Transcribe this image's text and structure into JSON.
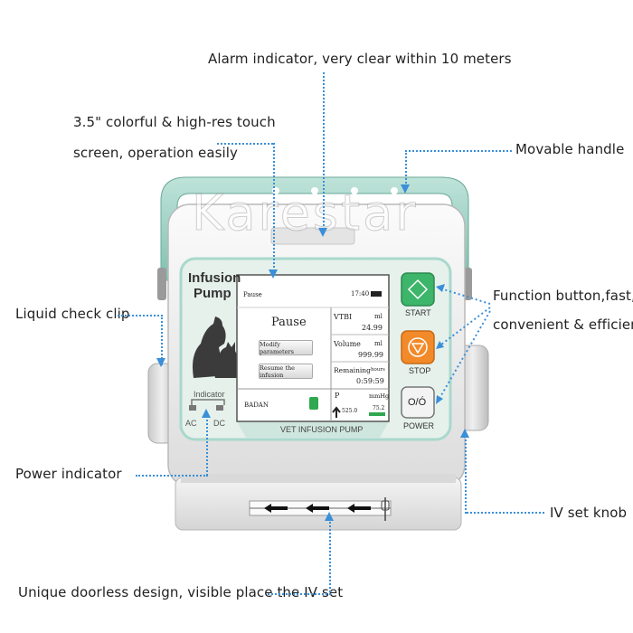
{
  "annotations": {
    "alarm": "Alarm indicator, very clear within 10 meters",
    "screen_line1": "3.5\" colorful & high-res touch",
    "screen_line2": "screen, operation easily",
    "handle": "Movable handle",
    "clip": "Liquid check clip",
    "function_line1": "Function button,fast,",
    "function_line2": "convenient & efficient",
    "power_indicator": "Power indicator",
    "knob": "IV set knob",
    "doorless": "Unique doorless design, visible place the IV set"
  },
  "brand": {
    "watermark": "Karestar"
  },
  "panel": {
    "title_line1": "Infusion",
    "title_line2": "Pump",
    "indicator_label": "Indicator",
    "ac": "AC",
    "dc": "DC",
    "footer": "VET INFUSION PUMP"
  },
  "screen": {
    "status_left": "Pause",
    "status_time": "17:40",
    "state": "Pause",
    "modify_button": "Modify parameters",
    "resume_button": "Resume the infusion",
    "vtbi_label": "VTBI",
    "vtbi_unit": "ml",
    "vtbi_value": "24.99",
    "volume_label": "Volume",
    "volume_unit": "ml",
    "volume_value": "999.99",
    "remaining_label": "Remaining",
    "remaining_unit": "hours",
    "remaining_value": "0:59:59",
    "drug": "BADAN",
    "pressure_label": "P",
    "pressure_unit": "mmHg",
    "pressure_limit": "525.0",
    "pressure_value": "75.2"
  },
  "buttons": {
    "start": "START",
    "stop": "STOP",
    "power": "POWER",
    "power_symbol": "O/Ó"
  },
  "colors": {
    "teal_frame": "#a9d8cc",
    "panel_bg": "#e6f1ec",
    "start_green": "#3db56a",
    "stop_orange": "#f28a2a",
    "leader_blue": "#3a8fd8"
  }
}
